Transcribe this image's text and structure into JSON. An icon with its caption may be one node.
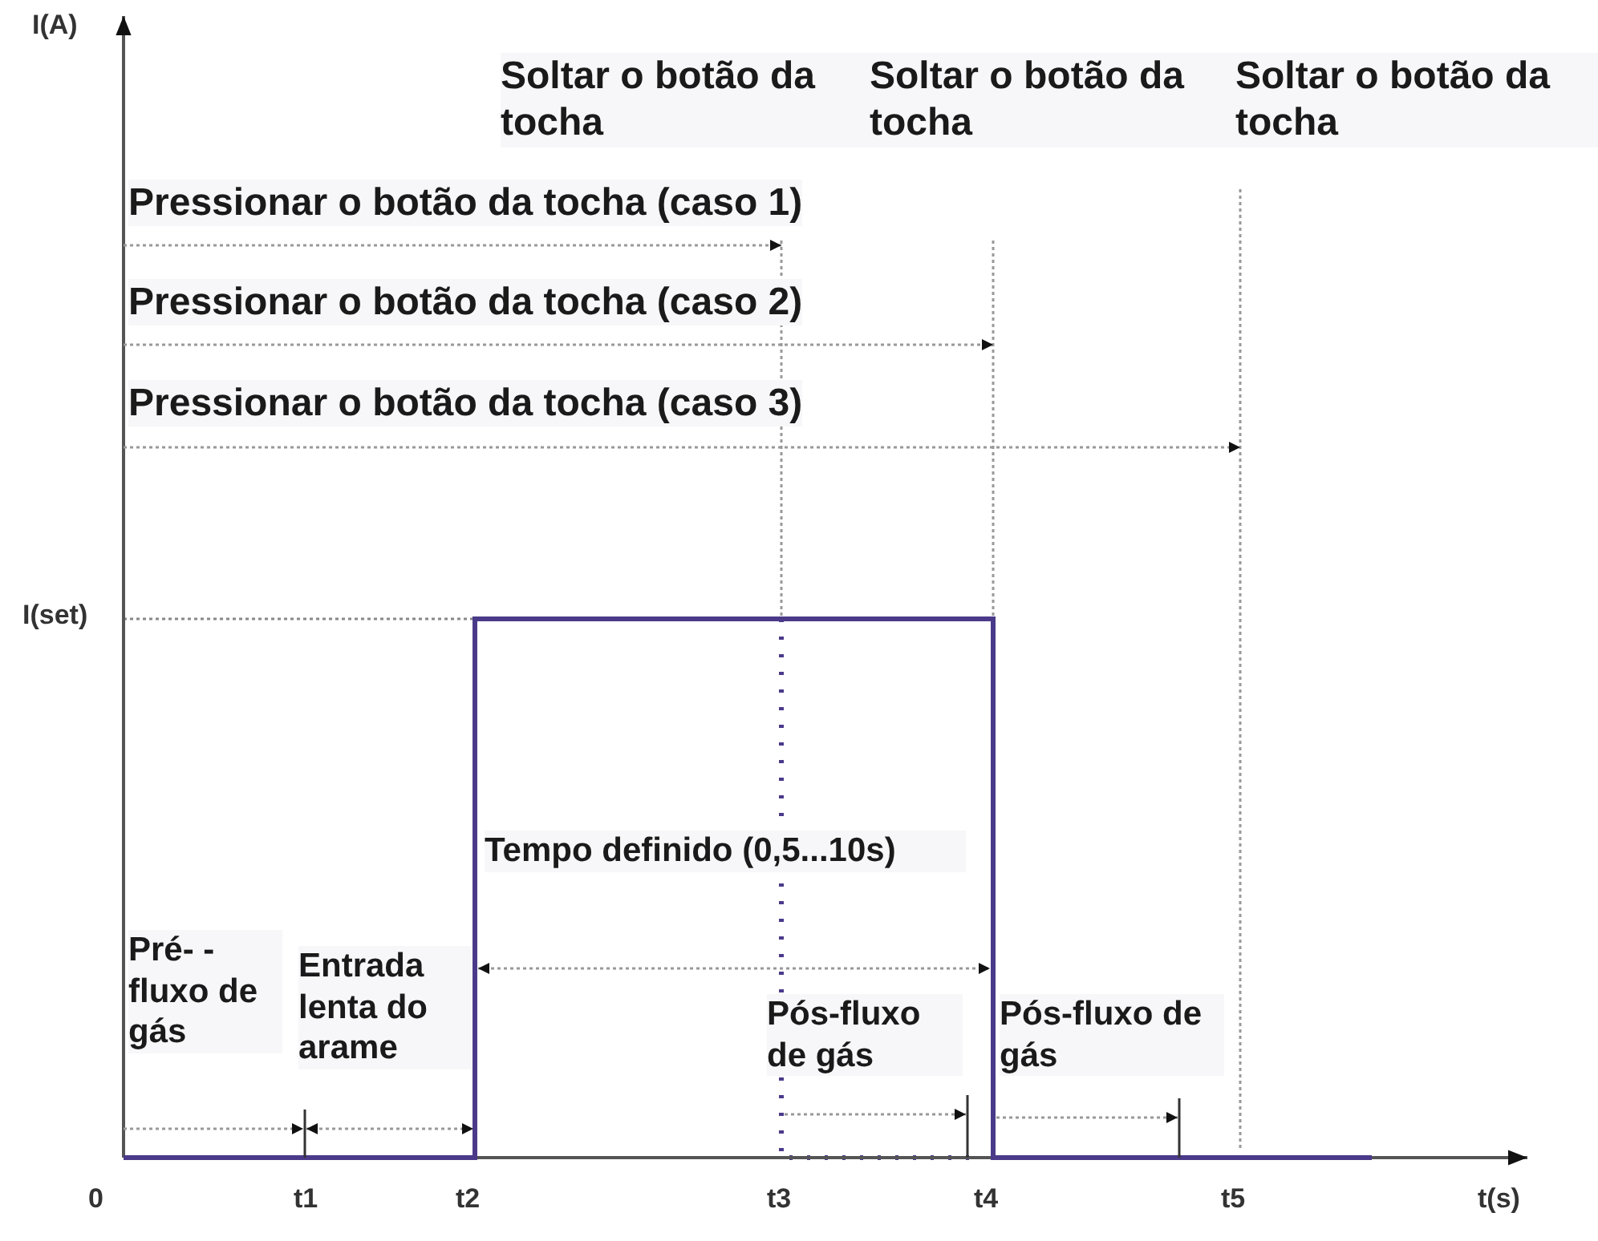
{
  "diagram": {
    "labels": [
      "I(A)",
      "Soltar o botão da tocha",
      "Soltar o botão da tocha",
      "Soltar o botão da tocha",
      "Pressionar o botão da tocha (caso 1)",
      "Pressionar o botão da tocha (caso 2)",
      "Pressionar o botão da tocha (caso 3)",
      "I(set)",
      "Tempo definido (0,5...10s)",
      "Pré- -fluxo de gás",
      "Entrada lenta do arame",
      "Pós-fluxo de gás",
      "Pós-fluxo de gás",
      "0",
      "t1",
      "t2",
      "t3",
      "t4",
      "t5",
      "t(s)"
    ]
  }
}
